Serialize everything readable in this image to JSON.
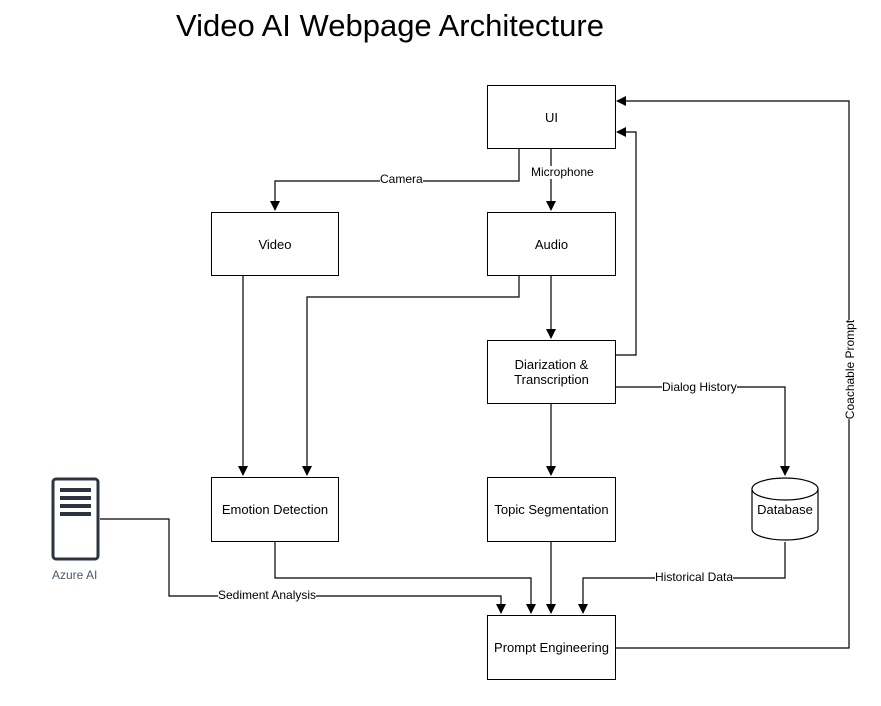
{
  "title": "Video AI Webpage Architecture",
  "nodes": {
    "ui": "UI",
    "video": "Video",
    "audio": "Audio",
    "diarization": "Diarization & Transcription",
    "emotion": "Emotion Detection",
    "topic": "Topic Segmentation",
    "prompt": "Prompt Engineering",
    "database": "Database",
    "azure": "Azure AI"
  },
  "edge_labels": {
    "camera": "Camera",
    "microphone": "Microphone",
    "dialog_history": "Dialog History",
    "coachable_prompt": "Coachable Prompt",
    "historical_data": "Historical Data",
    "sediment_analysis": "Sediment Analysis"
  },
  "colors": {
    "line": "#000000",
    "azure_icon": "#2b3440"
  }
}
